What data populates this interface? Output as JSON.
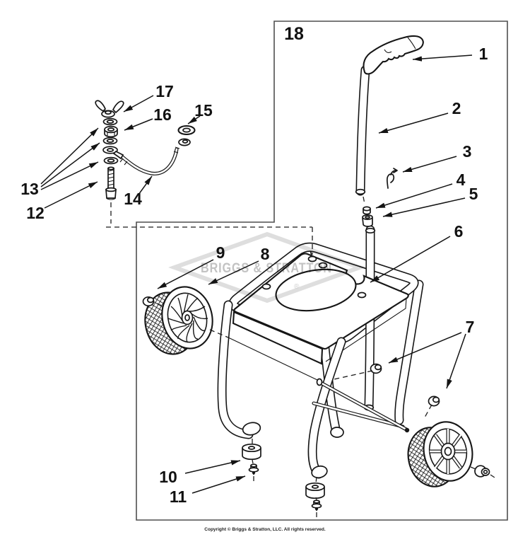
{
  "callouts": {
    "c1": "1",
    "c2": "2",
    "c3": "3",
    "c4": "4",
    "c5": "5",
    "c6": "6",
    "c7": "7",
    "c8": "8",
    "c9": "9",
    "c10": "10",
    "c11": "11",
    "c12": "12",
    "c13": "13",
    "c14": "14",
    "c15": "15",
    "c16": "16",
    "c17": "17",
    "c18": "18"
  },
  "watermark": {
    "brand": "BRIGGS & STRATTON",
    "registered": "®"
  },
  "footer": {
    "copyright": "Copyright © Briggs & Stratton, LLC. All rights reserved."
  },
  "colors": {
    "line": "#161616",
    "border": "#4f4f4f",
    "watermark_text": "#c3c3c3",
    "watermark_outline": "#dedede",
    "background": "#ffffff"
  }
}
